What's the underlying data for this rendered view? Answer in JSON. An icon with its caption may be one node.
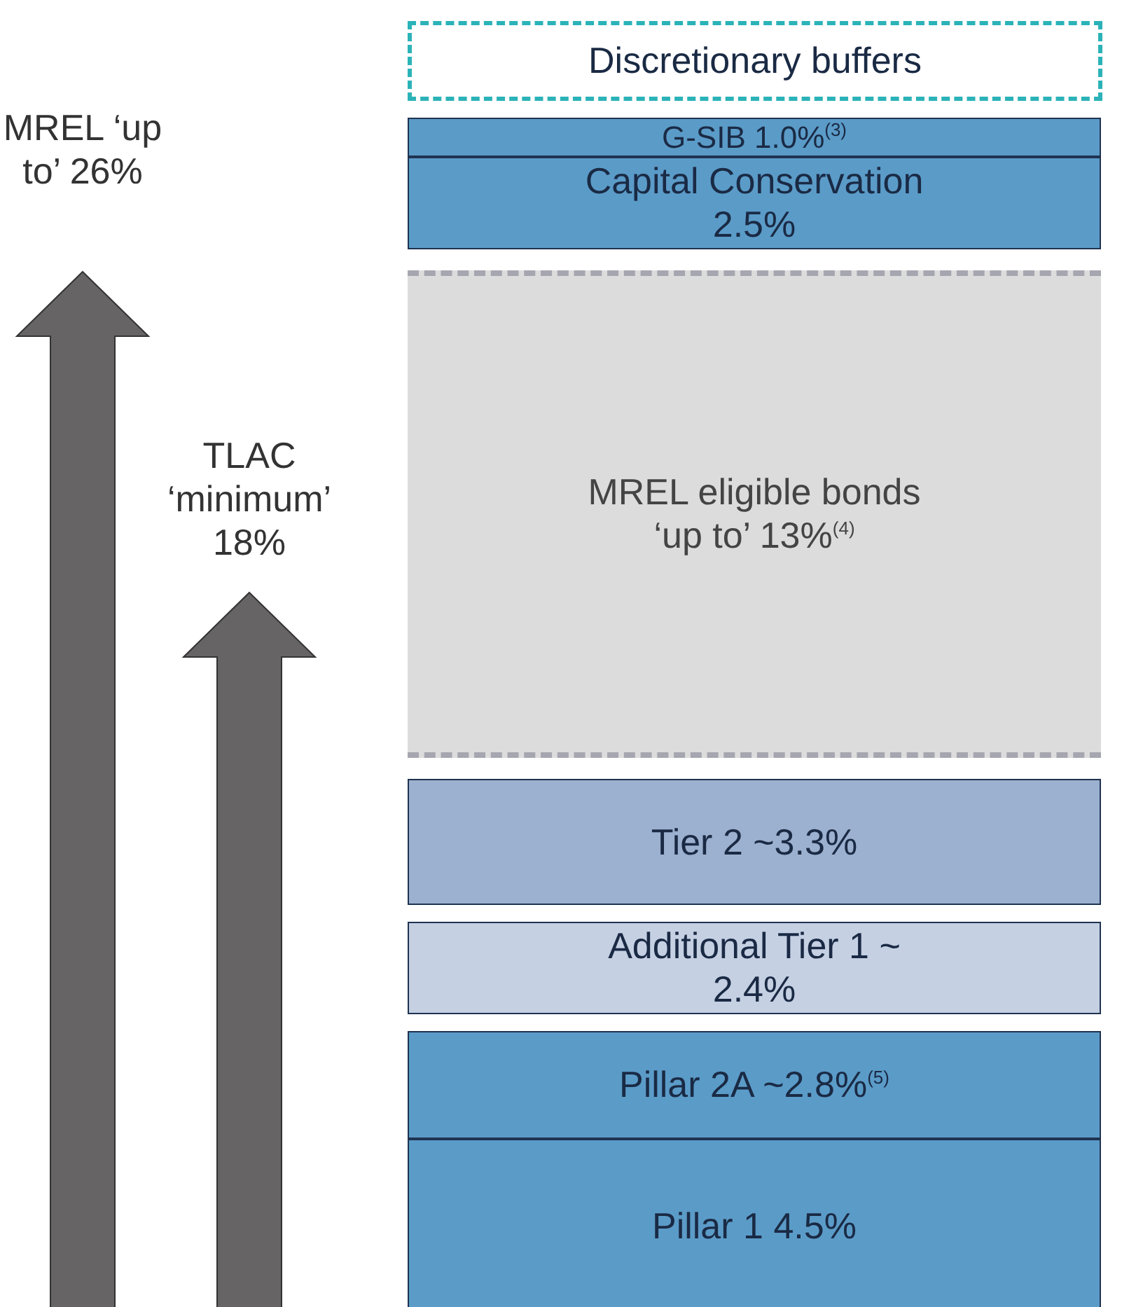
{
  "diagram": {
    "nodes": [
      {
        "text": [
          "Discretionary buffers"
        ]
      },
      {
        "text": [
          "G-SIB 1.0%$^{(3)}$"
        ]
      },
      {
        "text": [
          "Capital Conservation 2.5%"
        ]
      },
      {
        "text": [
          "MREL eligible bonds ‘up to’ 13%$^{(4)}$"
        ]
      },
      {
        "text": [
          "Tier 2 ~3.3%"
        ]
      },
      {
        "text": [
          "Additional Tier 1 ~ 2.4%"
        ]
      },
      {
        "text": [
          "Pillar 2A ~2.8%$^{(5)}$"
        ]
      },
      {
        "text": [
          "Pillar 1 4.5%"
        ]
      }
    ],
    "labels": [
      "MREL ‘up to’ 26%",
      "TLAC ‘minimum’ 18%"
    ]
  }
}
